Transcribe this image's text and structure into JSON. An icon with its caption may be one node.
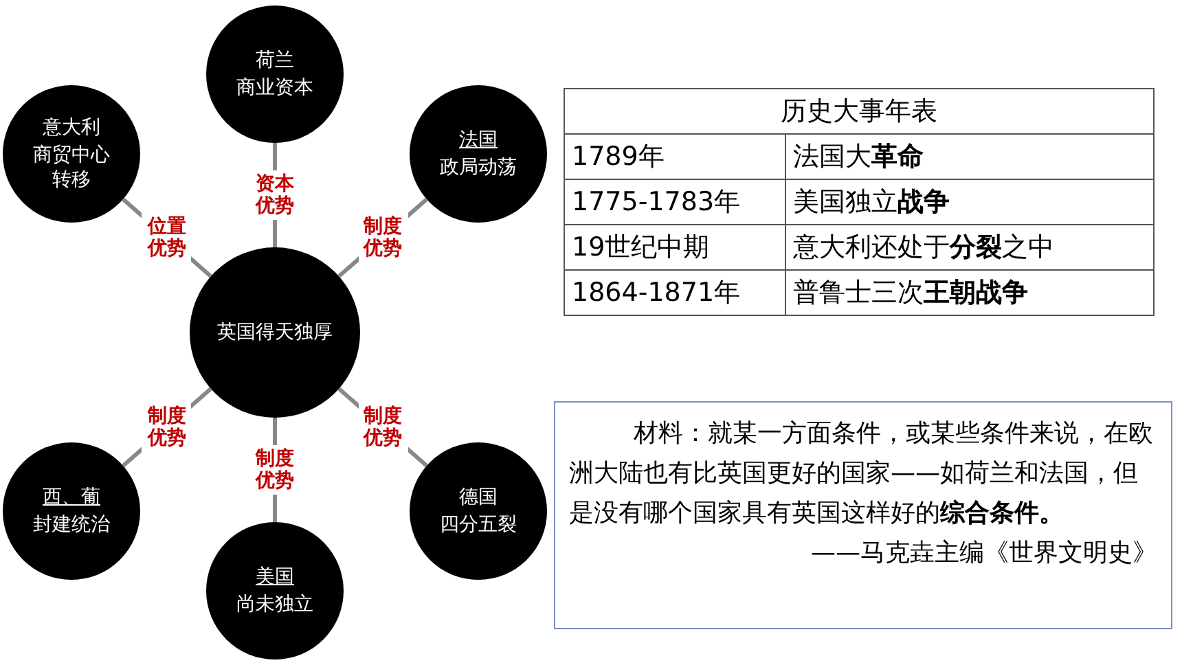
{
  "diagram": {
    "nodes": [
      {
        "text": [
          "英国得天独厚"
        ]
      },
      {
        "text": [
          "荷兰",
          "商业资本"
        ]
      },
      {
        "text": [
          "意大利",
          "商贸中心转移"
        ]
      },
      {
        "text": [
          "法国",
          "政局动荡"
        ]
      },
      {
        "text": [
          "西、葡",
          "封建统治"
        ]
      },
      {
        "text": [
          "德国",
          "四分五裂"
        ]
      },
      {
        "text": [
          "美国",
          "尚未独立"
        ]
      }
    ],
    "edges": [
      {
        "from": 0,
        "to": 1,
        "arrow": "none",
        "label": "资本优势"
      },
      {
        "from": 0,
        "to": 2,
        "arrow": "none",
        "label": "位置优势"
      },
      {
        "from": 0,
        "to": 3,
        "arrow": "none",
        "label": "制度优势"
      },
      {
        "from": 0,
        "to": 4,
        "arrow": "none",
        "label": "制度优势"
      },
      {
        "from": 0,
        "to": 5,
        "arrow": "none",
        "label": "制度优势"
      },
      {
        "from": 0,
        "to": 6,
        "arrow": "none",
        "label": "制度优势"
      }
    ],
    "labels": [
      "历史大事年表",
      "1789年",
      "法国大**革命**",
      "1775-1783年",
      "美国独立**战争**",
      "19世纪中期",
      "意大利还处于**分裂**之中",
      "1864-1871年",
      "普鲁士三次**王朝战争**",
      "材料：就某一方面条件，或某些条件来说，在欧洲大陆也有比英国更好的国家——如荷兰和法国，但是没有哪个国家具有英国这样好的**综合条件。**",
      "——马克垚主编《世界文明史》"
    ]
  }
}
